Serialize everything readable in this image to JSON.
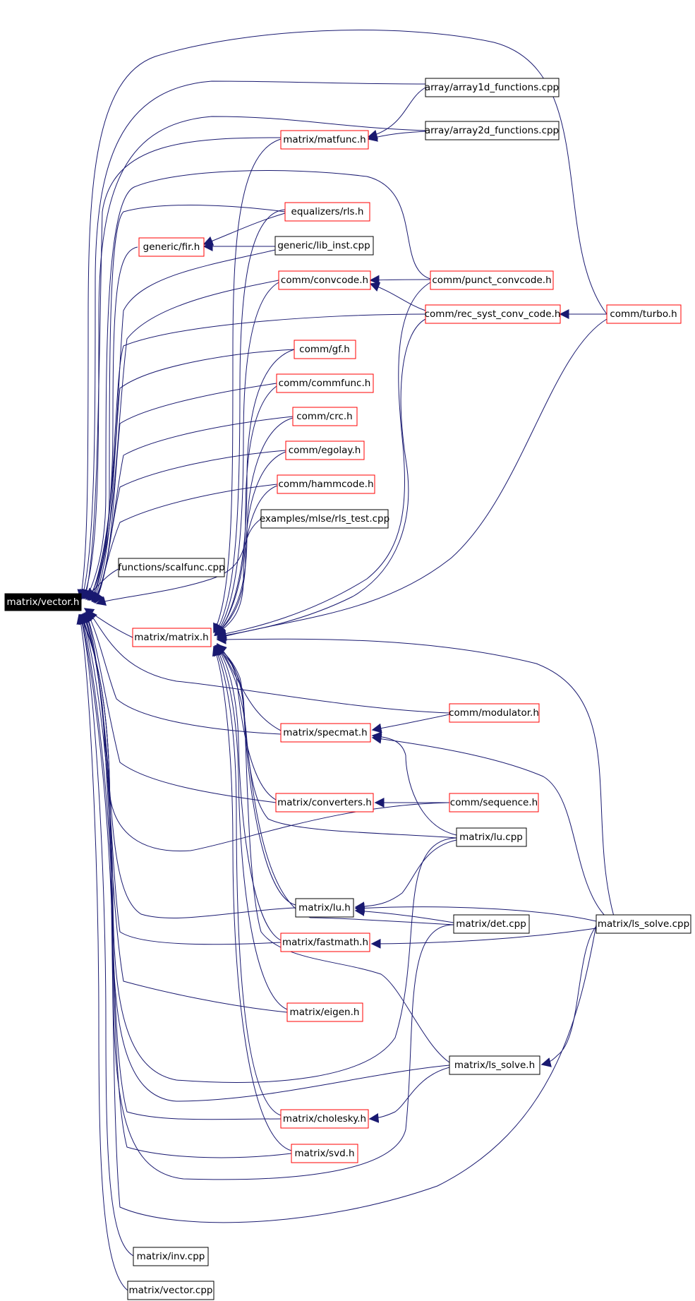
{
  "colors": {
    "edge": "#191970",
    "arrow": "#191970",
    "border_red": "#ff0000",
    "border_black": "#000000",
    "root_fill": "#000000",
    "root_text": "#ffffff"
  },
  "nodes": [
    {
      "id": "vector_h",
      "label": "matrix/vector.h",
      "style": "root"
    },
    {
      "id": "array1d",
      "label": "array/array1d_functions.cpp",
      "style": "black"
    },
    {
      "id": "matfunc",
      "label": "matrix/matfunc.h",
      "style": "red"
    },
    {
      "id": "array2d",
      "label": "array/array2d_functions.cpp",
      "style": "black"
    },
    {
      "id": "rls",
      "label": "equalizers/rls.h",
      "style": "red"
    },
    {
      "id": "fir",
      "label": "generic/fir.h",
      "style": "red"
    },
    {
      "id": "lib_inst",
      "label": "generic/lib_inst.cpp",
      "style": "black"
    },
    {
      "id": "convcode",
      "label": "comm/convcode.h",
      "style": "red"
    },
    {
      "id": "punct",
      "label": "comm/punct_convcode.h",
      "style": "red"
    },
    {
      "id": "rec_syst",
      "label": "comm/rec_syst_conv_code.h",
      "style": "red"
    },
    {
      "id": "turbo",
      "label": "comm/turbo.h",
      "style": "red"
    },
    {
      "id": "gf",
      "label": "comm/gf.h",
      "style": "red"
    },
    {
      "id": "commfunc",
      "label": "comm/commfunc.h",
      "style": "red"
    },
    {
      "id": "crc",
      "label": "comm/crc.h",
      "style": "red"
    },
    {
      "id": "egolay",
      "label": "comm/egolay.h",
      "style": "red"
    },
    {
      "id": "hammcode",
      "label": "comm/hammcode.h",
      "style": "red"
    },
    {
      "id": "rls_test",
      "label": "examples/mlse/rls_test.cpp",
      "style": "black"
    },
    {
      "id": "scalfunc",
      "label": "functions/scalfunc.cpp",
      "style": "black"
    },
    {
      "id": "matrix_h",
      "label": "matrix/matrix.h",
      "style": "red"
    },
    {
      "id": "modulator",
      "label": "comm/modulator.h",
      "style": "red"
    },
    {
      "id": "specmat",
      "label": "matrix/specmat.h",
      "style": "red"
    },
    {
      "id": "converters",
      "label": "matrix/converters.h",
      "style": "red"
    },
    {
      "id": "sequence",
      "label": "comm/sequence.h",
      "style": "red"
    },
    {
      "id": "lu_cpp",
      "label": "matrix/lu.cpp",
      "style": "black"
    },
    {
      "id": "lu_h",
      "label": "matrix/lu.h",
      "style": "black"
    },
    {
      "id": "det_cpp",
      "label": "matrix/det.cpp",
      "style": "black"
    },
    {
      "id": "ls_solve_cpp",
      "label": "matrix/ls_solve.cpp",
      "style": "black"
    },
    {
      "id": "fastmath",
      "label": "matrix/fastmath.h",
      "style": "red"
    },
    {
      "id": "eigen",
      "label": "matrix/eigen.h",
      "style": "red"
    },
    {
      "id": "ls_solve_h",
      "label": "matrix/ls_solve.h",
      "style": "black"
    },
    {
      "id": "cholesky",
      "label": "matrix/cholesky.h",
      "style": "red"
    },
    {
      "id": "svd",
      "label": "matrix/svd.h",
      "style": "red"
    },
    {
      "id": "inv_cpp",
      "label": "matrix/inv.cpp",
      "style": "black"
    },
    {
      "id": "vector_cpp",
      "label": "matrix/vector.cpp",
      "style": "black"
    }
  ]
}
